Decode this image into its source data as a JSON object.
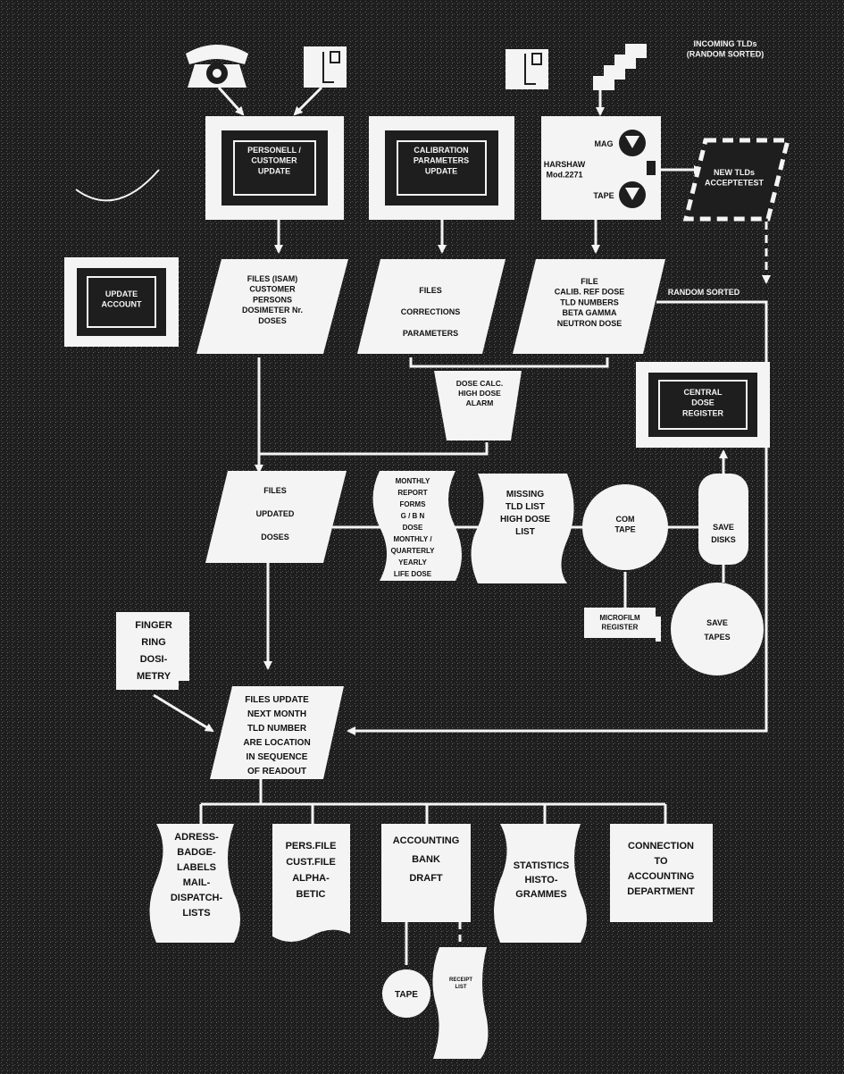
{
  "incoming_tlds": {
    "lines": [
      "INCOMING TLDs",
      "(RANDOM SORTED)"
    ]
  },
  "personell_update": {
    "lines": [
      "PERSONELL /",
      "CUSTOMER",
      "UPDATE"
    ]
  },
  "calibration_update": {
    "lines": [
      "CALIBRATION",
      "PARAMETERS",
      "UPDATE"
    ]
  },
  "harshaw": {
    "model_lines": [
      "HARSHAW",
      "Mod.2271"
    ],
    "mag_label": "MAG",
    "tape_label": "TAPE"
  },
  "new_tlds": {
    "lines": [
      "NEW TLDs",
      "ACCEPTETEST"
    ]
  },
  "update_account": {
    "lines": [
      "UPDATE",
      "ACCOUNT"
    ]
  },
  "files_isam": {
    "lines": [
      "FILES (ISAM)",
      "CUSTOMER",
      "PERSONS",
      "DOSIMETER Nr.",
      "DOSES"
    ]
  },
  "files_corrections": {
    "lines": [
      "FILES",
      "CORRECTIONS",
      "PARAMETERS"
    ]
  },
  "file_calib": {
    "lines": [
      "FILE",
      "CALIB. REF DOSE",
      "TLD NUMBERS",
      "BETA  GAMMA",
      "NEUTRON DOSE"
    ]
  },
  "random_sorted_label": "RANDOM SORTED",
  "dose_calc": {
    "lines": [
      "DOSE CALC.",
      "HIGH DOSE",
      "ALARM"
    ]
  },
  "central_dose_register": {
    "lines": [
      "CENTRAL",
      "DOSE",
      "REGISTER"
    ]
  },
  "files_updated": {
    "lines": [
      "FILES",
      "UPDATED",
      "DOSES"
    ]
  },
  "monthly_report": {
    "lines": [
      "MONTHLY",
      "REPORT",
      "FORMS",
      "G / B  N",
      "DOSE",
      "MONTHLY /",
      "QUARTERLY",
      "YEARLY",
      "LIFE DOSE"
    ]
  },
  "missing_tld": {
    "lines": [
      "MISSING",
      "TLD LIST",
      "",
      "HIGH DOSE",
      "LIST"
    ]
  },
  "com_tape": {
    "lines": [
      "COM",
      "TAPE"
    ]
  },
  "save_disks": {
    "lines": [
      "SAVE",
      "DISKS"
    ]
  },
  "microfilm": {
    "lines": [
      "MICROFILM",
      "REGISTER"
    ]
  },
  "save_tapes": {
    "lines": [
      "SAVE",
      "TAPES"
    ]
  },
  "finger_ring": {
    "lines": [
      "FINGER",
      "RING",
      "DOSI-",
      "METRY"
    ]
  },
  "files_update_next": {
    "lines": [
      "FILES UPDATE",
      "NEXT MONTH",
      "TLD NUMBER",
      "ARE LOCATION",
      "IN SEQUENCE",
      "OF READOUT"
    ]
  },
  "adress": {
    "lines": [
      "ADRESS-",
      "BADGE-",
      "LABELS",
      "",
      "MAIL-",
      "DISPATCH-",
      "LISTS"
    ]
  },
  "pers_file": {
    "lines": [
      "PERS.FILE",
      "CUST.FILE",
      "ALPHA-",
      "BETIC"
    ]
  },
  "accounting": {
    "lines": [
      "ACCOUNTING",
      "BANK",
      "DRAFT"
    ]
  },
  "statistics": {
    "lines": [
      "STATISTICS",
      "",
      "HISTO-",
      "GRAMMES"
    ]
  },
  "connection": {
    "lines": [
      "CONNECTION",
      "TO",
      "ACCOUNTING",
      "DEPARTMENT"
    ]
  },
  "tape_bottom": {
    "lines": [
      "TAPE"
    ]
  },
  "receipt": {
    "lines": [
      "RECEIPT",
      "LIST"
    ]
  }
}
